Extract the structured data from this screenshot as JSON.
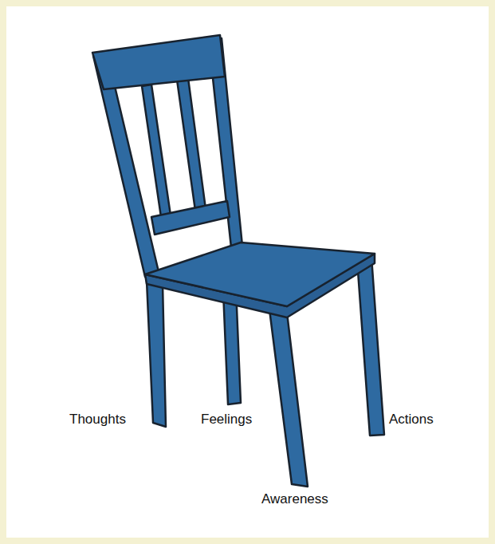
{
  "diagram": {
    "labels": [
      "Thoughts",
      "Feelings",
      "Awareness",
      "Actions"
    ]
  }
}
